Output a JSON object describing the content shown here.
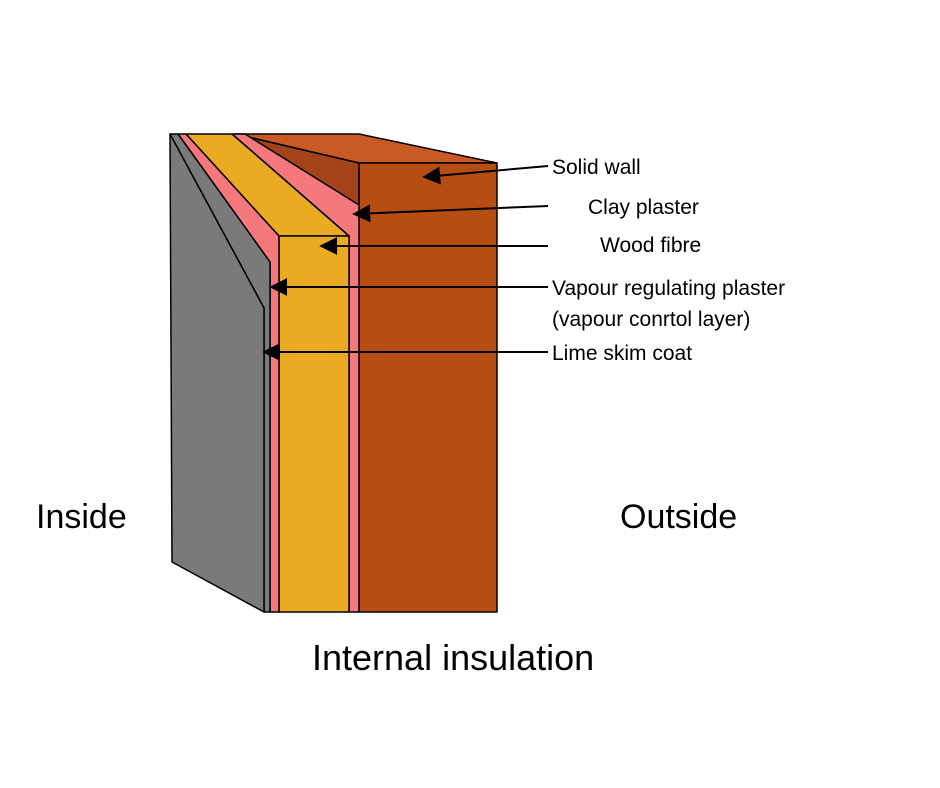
{
  "diagram": {
    "caption": "Internal insulation",
    "side_left": "Inside",
    "side_right": "Outside",
    "callouts": [
      {
        "label": "Solid wall"
      },
      {
        "label": "Clay plaster"
      },
      {
        "label": "Wood fibre"
      },
      {
        "label": "Vapour regulating plaster",
        "sublabel": "(vapour conrtol layer)"
      },
      {
        "label": "Lime skim coat"
      }
    ],
    "colors": {
      "solid_wall_front": "#b84d14",
      "solid_wall_top": "#c95a24",
      "wood_fibre": "#eaab22",
      "plaster": "#f4787c",
      "lime_skim": "#7a7a7a"
    }
  }
}
